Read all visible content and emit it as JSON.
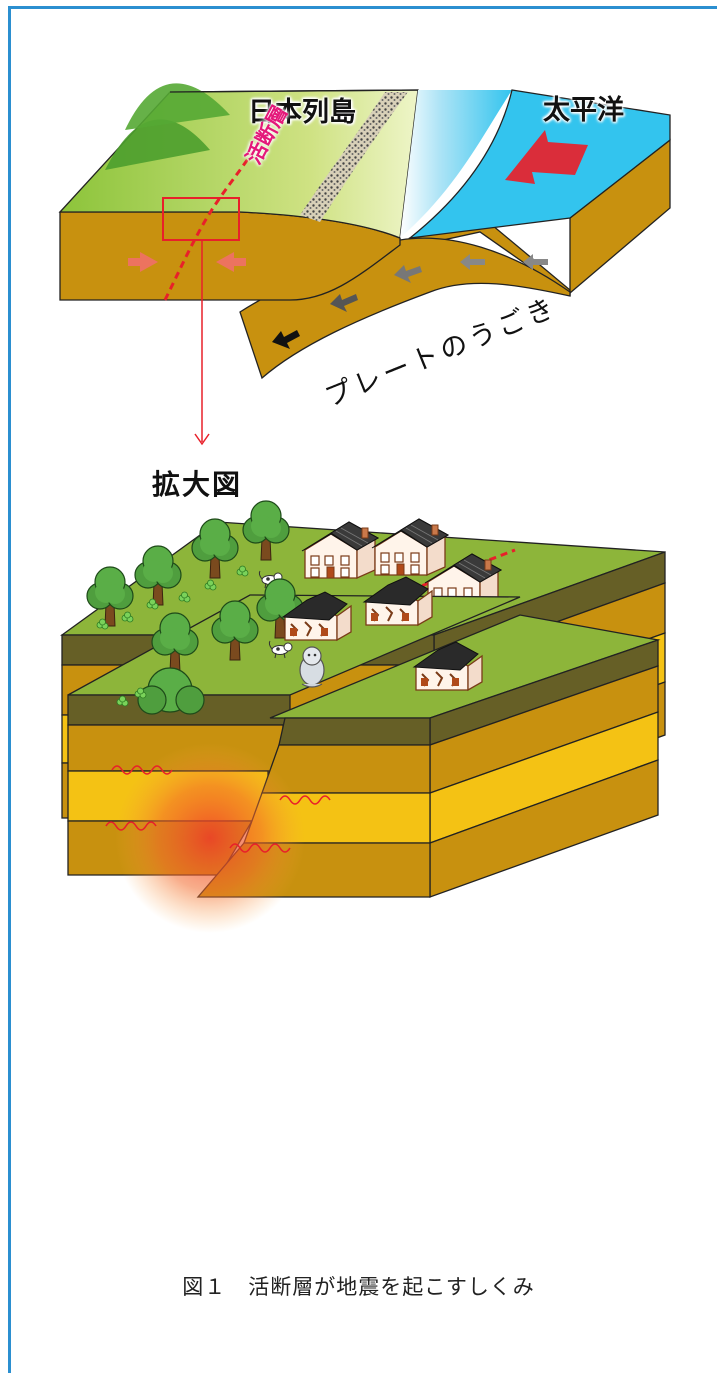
{
  "labels": {
    "japan_islands": "日本列島",
    "pacific": "太平洋",
    "active_fault": "活断層",
    "plate_motion": "プレートのうごき",
    "zoom_view": "拡大図",
    "caption": "図１　活断層が地震を起こすしくみ"
  },
  "colors": {
    "frame": "#2b8fd0",
    "grass": "#8db53a",
    "soil_dark": "#c8910f",
    "soil_light": "#f4c214",
    "topsoil": "#665f26",
    "ocean": "#33c4ee",
    "fault_line": "#e8202a",
    "fault_label": "#e4187a"
  }
}
